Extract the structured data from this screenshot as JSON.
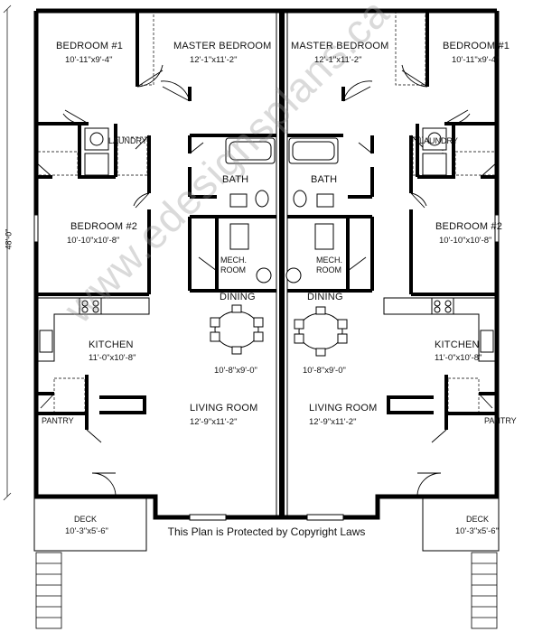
{
  "plan": {
    "overall_dimension": "48'-0\"",
    "watermark": "www.edesignsplans.ca",
    "copyright_note": "This Plan is Protected by Copyright Laws",
    "left_unit": {
      "bedroom1": {
        "name": "BEDROOM #1",
        "size": "10'-11\"x9'-4\""
      },
      "master": {
        "name": "MASTER BEDROOM",
        "size": "12'-1\"x11'-2\""
      },
      "laundry": {
        "name": "LAUNDRY"
      },
      "bath": {
        "name": "BATH"
      },
      "bedroom2": {
        "name": "BEDROOM #2",
        "size": "10'-10\"x10'-8\""
      },
      "mech": {
        "name1": "MECH.",
        "name2": "ROOM"
      },
      "dining": {
        "name": "DINING",
        "size": "10'-8\"x9'-0\""
      },
      "kitchen": {
        "name": "KITCHEN",
        "size": "11'-0\"x10'-8\""
      },
      "pantry": {
        "name": "PANTRY"
      },
      "living": {
        "name": "LIVING ROOM",
        "size": "12'-9\"x11'-2\""
      },
      "deck": {
        "name": "DECK",
        "size": "10'-3\"x5'-6\""
      }
    },
    "right_unit": {
      "bedroom1": {
        "name": "BEDROOM #1",
        "size": "10'-11\"x9'-4\""
      },
      "master": {
        "name": "MASTER BEDROOM",
        "size": "12'-1\"x11'-2\""
      },
      "laundry": {
        "name": "LAUNDRY"
      },
      "bath": {
        "name": "BATH"
      },
      "bedroom2": {
        "name": "BEDROOM #2",
        "size": "10'-10\"x10'-8\""
      },
      "mech": {
        "name1": "MECH.",
        "name2": "ROOM"
      },
      "dining": {
        "name": "DINING",
        "size": "10'-8\"x9'-0\""
      },
      "kitchen": {
        "name": "KITCHEN",
        "size": "11'-0\"x10'-8\""
      },
      "pantry": {
        "name": "PANTRY"
      },
      "living": {
        "name": "LIVING ROOM",
        "size": "12'-9\"x11'-2\""
      },
      "deck": {
        "name": "DECK",
        "size": "10'-3\"x5'-6\""
      }
    }
  }
}
